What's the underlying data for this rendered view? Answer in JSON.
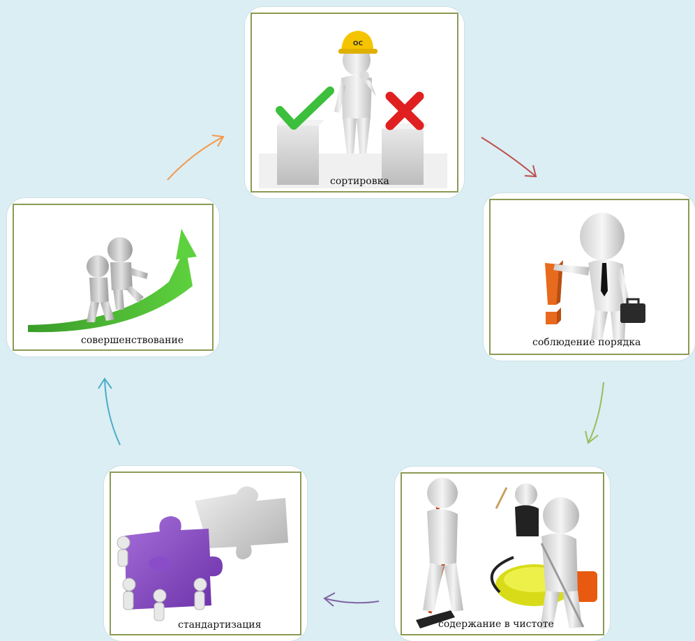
{
  "steps": {
    "sort": {
      "caption": "сортировка",
      "hat_text": "ОС"
    },
    "order": {
      "caption": "соблюдение порядка"
    },
    "clean": {
      "caption": "содержание в чистоте"
    },
    "standard": {
      "caption": "стандартизация"
    },
    "improve": {
      "caption": "совершенствование"
    }
  },
  "colors": {
    "background": "#daeef4",
    "card_border": "#8a9a54",
    "arrow_sort_to_order": "#c0504d",
    "arrow_order_to_clean": "#9bbb59",
    "arrow_clean_to_standard": "#8064a2",
    "arrow_standard_to_improve": "#4bacc6",
    "arrow_improve_to_sort": "#f79646"
  }
}
